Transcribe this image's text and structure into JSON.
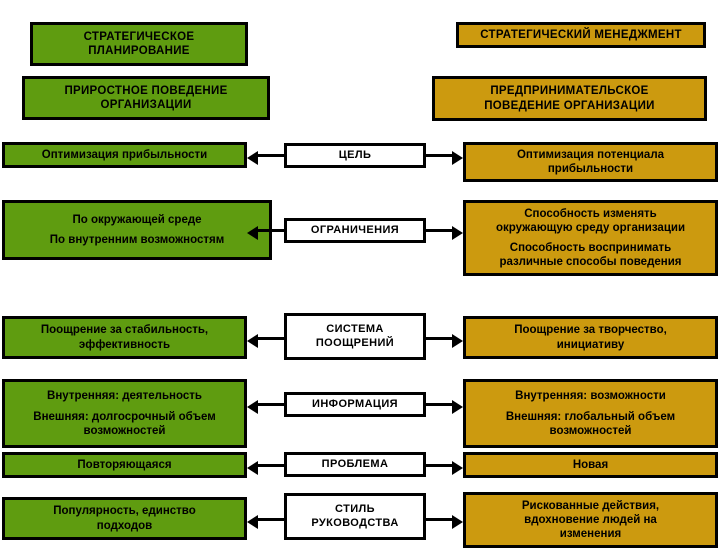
{
  "diagram": {
    "title_boxes": [
      {
        "id": "strategic-planning",
        "color": "#5f9c10",
        "lines": [
          "СТРАТЕГИЧЕСКОЕ",
          "ПЛАНИРОВАНИЕ"
        ]
      },
      {
        "id": "strategic-management",
        "color": "#cc9a0f",
        "lines": [
          "СТРАТЕГИЧЕСКИЙ МЕНЕДЖМЕНТ"
        ]
      },
      {
        "id": "incremental-behavior",
        "color": "#5f9c10",
        "lines": [
          "ПРИРОСТНОЕ ПОВЕДЕНИЕ",
          "ОРГАНИЗАЦИИ"
        ]
      },
      {
        "id": "entrepreneurial-behavior",
        "color": "#cc9a0f",
        "lines": [
          "ПРЕДПРИНИМАТЕЛЬСКОЕ",
          "ПОВЕДЕНИЕ ОРГАНИЗАЦИИ"
        ]
      }
    ],
    "rows": [
      {
        "id": "goal",
        "center": [
          "ЦЕЛЬ"
        ],
        "left": {
          "groups": [
            [
              "Оптимизация прибыльности"
            ]
          ]
        },
        "right": {
          "groups": [
            [
              "Оптимизация потенциала",
              "прибыльности"
            ]
          ]
        }
      },
      {
        "id": "limitations",
        "center": [
          "ОГРАНИЧЕНИЯ"
        ],
        "left": {
          "groups": [
            [
              "По окружающей среде"
            ],
            [
              "По внутренним возможностям"
            ]
          ]
        },
        "right": {
          "groups": [
            [
              "Способность изменять",
              "окружающую среду организации"
            ],
            [
              "Способность воспринимать",
              "различные способы поведения"
            ]
          ]
        }
      },
      {
        "id": "reward-system",
        "center": [
          "СИСТЕМА",
          "ПООЩРЕНИЙ"
        ],
        "left": {
          "groups": [
            [
              "Поощрение за стабильность,",
              "эффективность"
            ]
          ]
        },
        "right": {
          "groups": [
            [
              "Поощрение за творчество,",
              "инициативу"
            ]
          ]
        }
      },
      {
        "id": "information",
        "center": [
          "ИНФОРМАЦИЯ"
        ],
        "left": {
          "groups": [
            [
              "Внутренняя: деятельность"
            ],
            [
              "Внешняя: долгосрочный объем",
              "возможностей"
            ]
          ]
        },
        "right": {
          "groups": [
            [
              "Внутренняя: возможности"
            ],
            [
              "Внешняя: глобальный объем",
              "возможностей"
            ]
          ]
        }
      },
      {
        "id": "problem",
        "center": [
          "ПРОБЛЕМА"
        ],
        "left": {
          "groups": [
            [
              "Повторяющаяся"
            ]
          ]
        },
        "right": {
          "groups": [
            [
              "Новая"
            ]
          ]
        }
      },
      {
        "id": "leadership-style",
        "center": [
          "СТИЛЬ",
          "РУКОВОДСТВА"
        ],
        "left": {
          "groups": [
            [
              "Популярность, единство",
              "подходов"
            ]
          ]
        },
        "right": {
          "groups": [
            [
              "Рискованные действия,",
              "вдохновение людей на",
              "изменения"
            ]
          ]
        }
      }
    ],
    "colors": {
      "green": "#5f9c10",
      "orange": "#cc9a0f",
      "white": "#ffffff",
      "border": "#000000",
      "background": "#ffffff"
    }
  }
}
